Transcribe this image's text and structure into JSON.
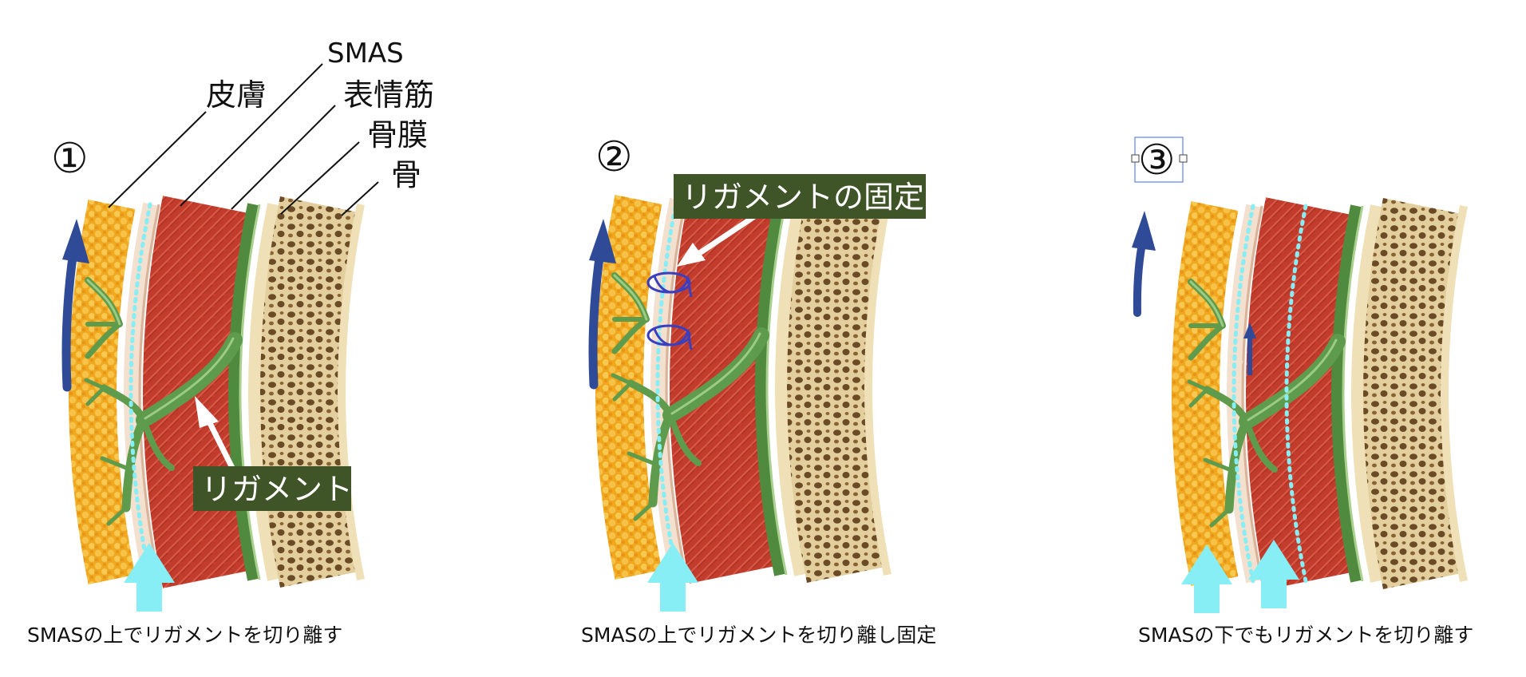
{
  "panels": [
    {
      "number": "①",
      "caption": "SMASの上でリガメントを切り離す",
      "layer_labels": {
        "skin": "皮膚",
        "smas": "SMAS",
        "muscle": "表情筋",
        "periosteum": "骨膜",
        "bone": "骨"
      },
      "callout": "リガメント"
    },
    {
      "number": "②",
      "caption": "SMASの上でリガメントを切り離し固定",
      "callout": "リガメントの固定"
    },
    {
      "number": "③",
      "caption": "SMASの下でもリガメントを切り離す"
    }
  ],
  "colors": {
    "cut_line": "#86eef4",
    "up_arrow": "#2f4a96",
    "suture": "#3a3fc0",
    "callout_box": "#3f5427",
    "fat": "#f0a81e",
    "muscle": "#c23c2e",
    "ligament": "#5e9b4c",
    "bone": "#d8c290"
  },
  "icons": [
    "up-arrow-icon",
    "cut-direction-arrow-icon",
    "suture-loop-icon",
    "selection-handle-icon"
  ]
}
